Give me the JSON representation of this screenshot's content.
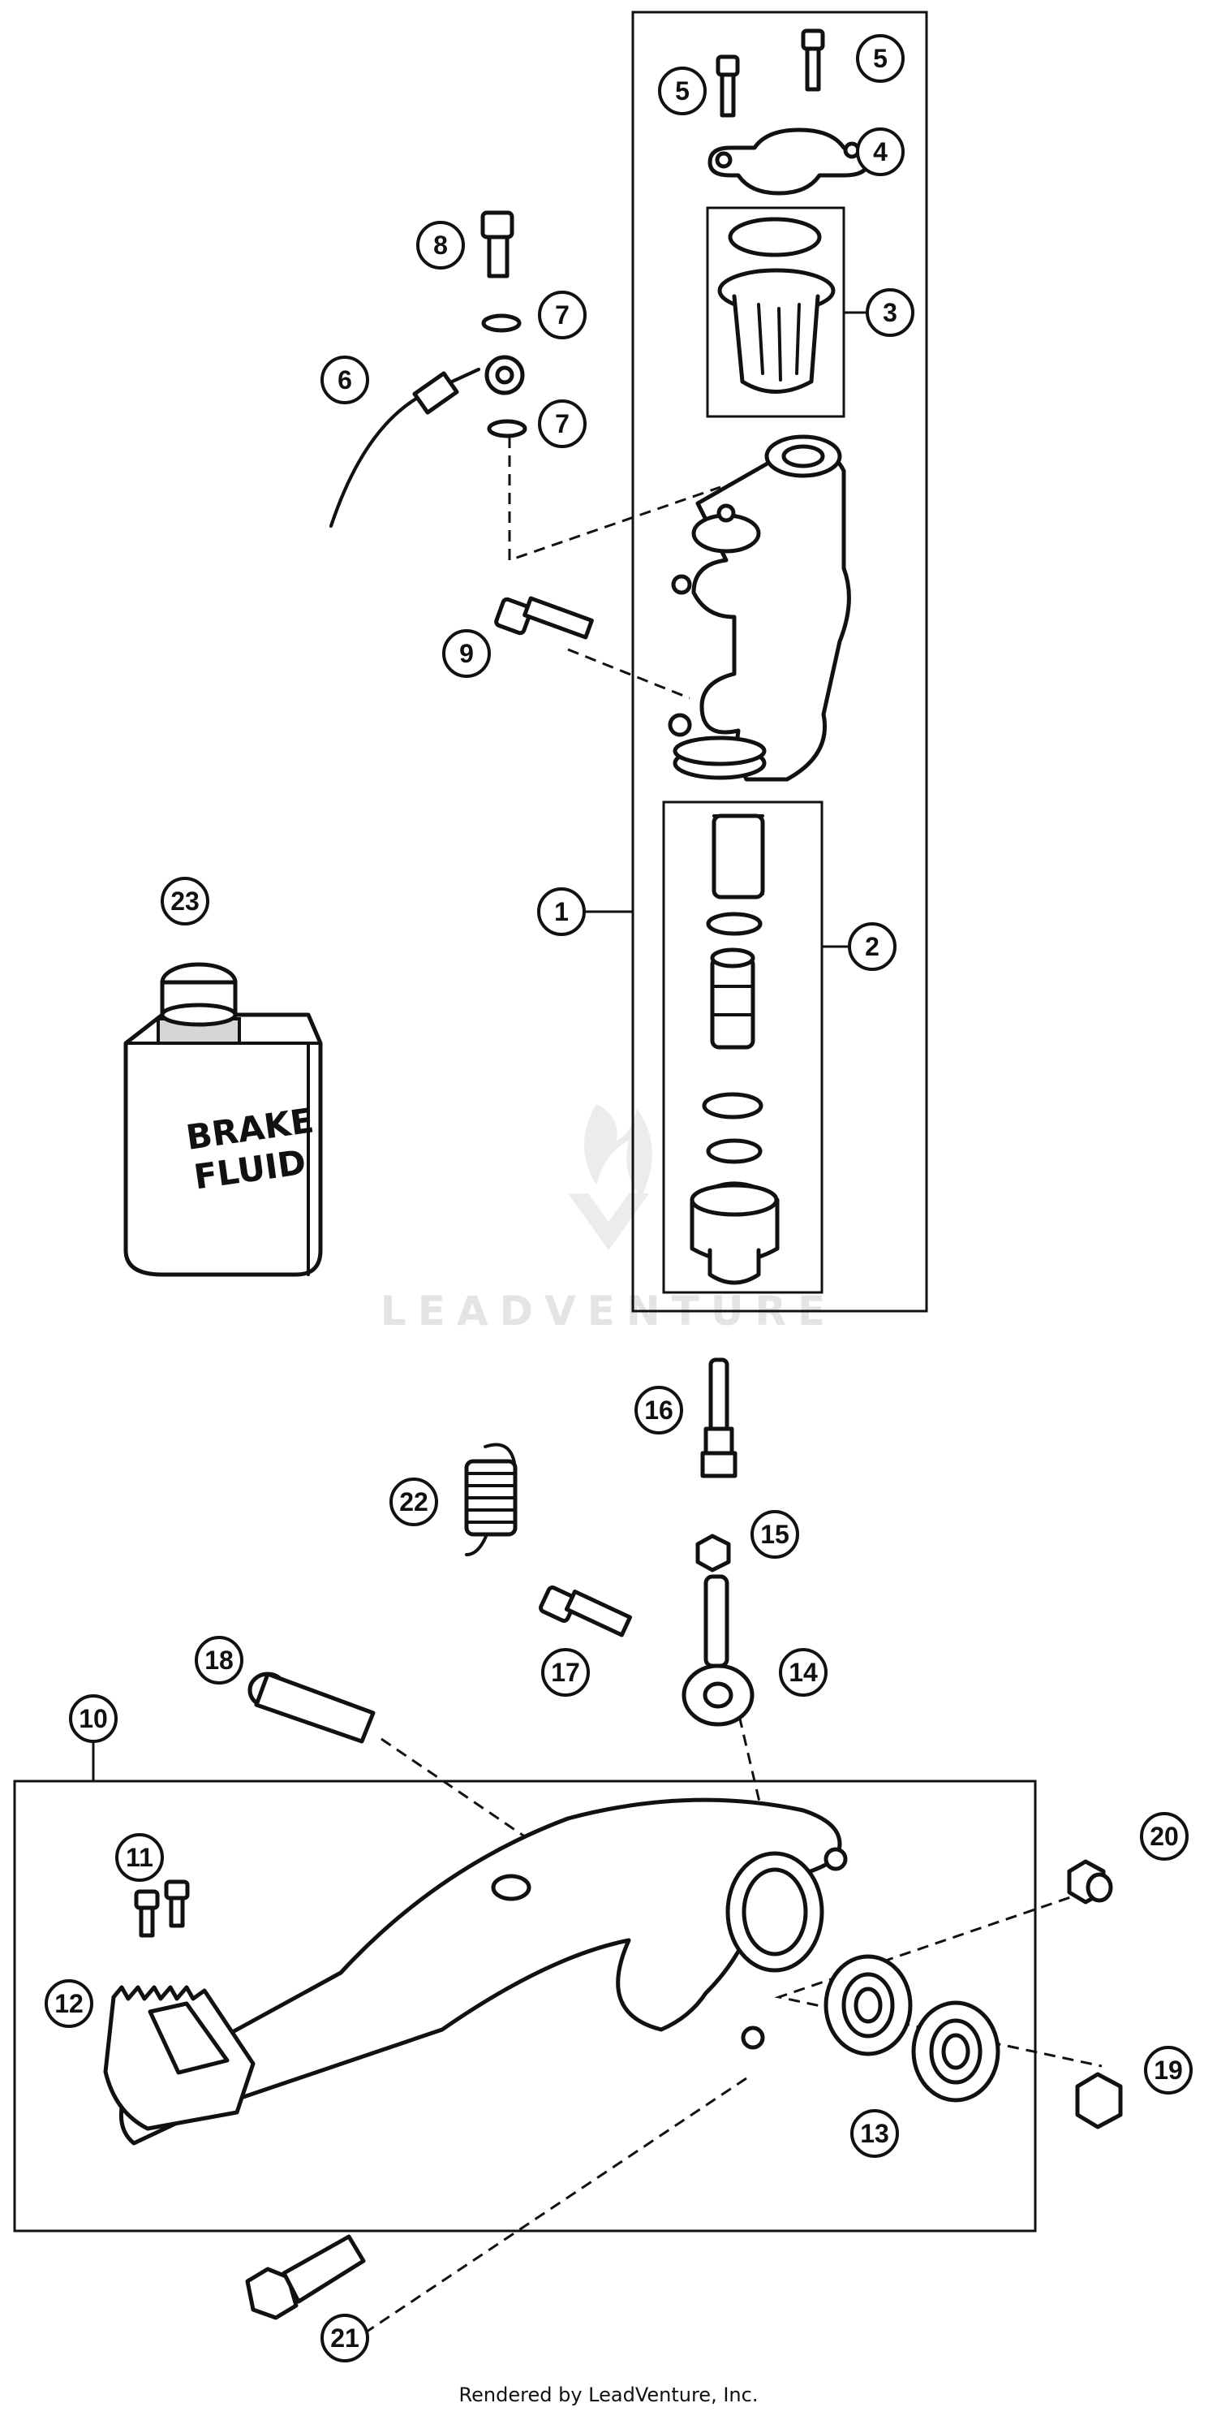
{
  "diagram": {
    "callouts": [
      {
        "label": "1"
      },
      {
        "label": "2"
      },
      {
        "label": "3"
      },
      {
        "label": "4"
      },
      {
        "label": "5"
      },
      {
        "label": "5"
      },
      {
        "label": "6"
      },
      {
        "label": "7"
      },
      {
        "label": "7"
      },
      {
        "label": "8"
      },
      {
        "label": "9"
      },
      {
        "label": "10"
      },
      {
        "label": "11"
      },
      {
        "label": "12"
      },
      {
        "label": "13"
      },
      {
        "label": "14"
      },
      {
        "label": "15"
      },
      {
        "label": "16"
      },
      {
        "label": "17"
      },
      {
        "label": "18"
      },
      {
        "label": "19"
      },
      {
        "label": "20"
      },
      {
        "label": "21"
      },
      {
        "label": "22"
      },
      {
        "label": "23"
      }
    ],
    "fluid_can": {
      "line1": "BRAKE",
      "line2": "FLUID"
    },
    "watermark": "LEADVENTURE",
    "credit": "Rendered by LeadVenture, Inc."
  }
}
